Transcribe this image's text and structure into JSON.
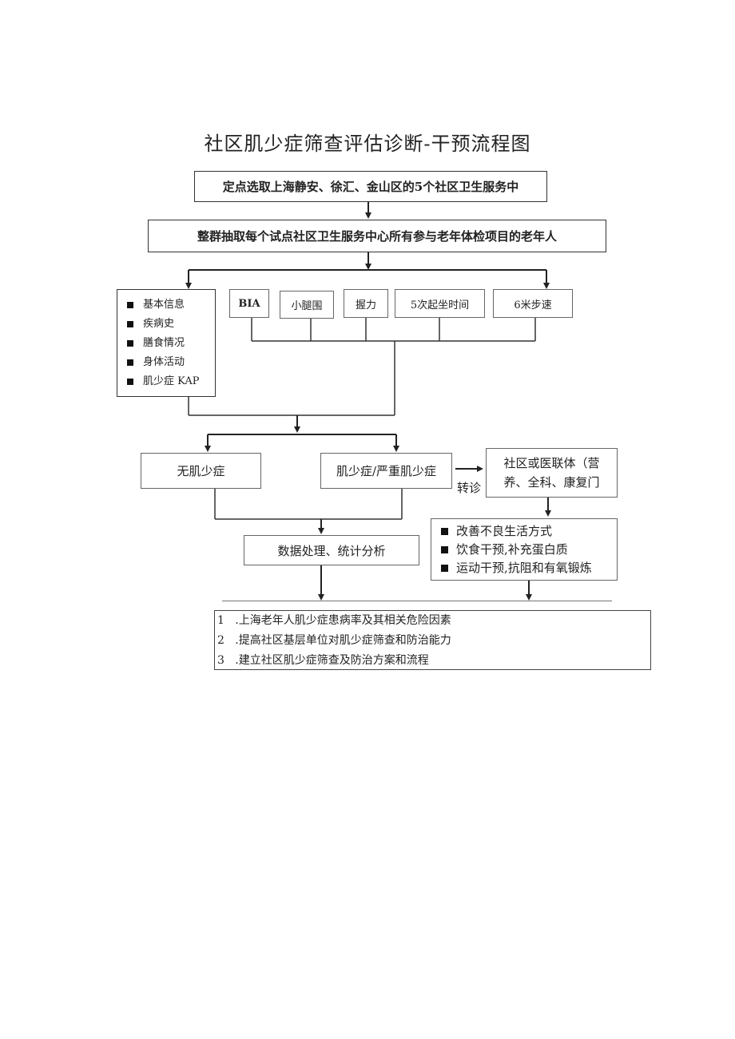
{
  "title": "社区肌少症筛查评估诊断-干预流程图",
  "nodes": {
    "step1": "定点选取上海静安、徐汇、金山区的5个社区卫生服务中",
    "step2": "整群抽取每个试点社区卫生服务中心所有参与老年体检项目的老年人",
    "questionnaire": [
      "基本信息",
      "疾病史",
      "膳食情况",
      "身体活动",
      "肌少症 KAP"
    ],
    "tests": [
      "BIA",
      "小腿围",
      "握力",
      "5次起坐时间",
      "6米步速"
    ],
    "no_sarcopenia": "无肌少症",
    "sarcopenia": "肌少症/严重肌少症",
    "referral_label": "转诊",
    "referral_line1": "社区或医联体（营",
    "referral_line2": "养、全科、康复门",
    "interventions": [
      "改善不良生活方式",
      "饮食干预,补充蛋白质",
      "运动干预,抗阻和有氧锻炼"
    ],
    "analysis": "数据处理、统计分析"
  },
  "outcomes": [
    {
      "num": "1",
      "text": ".上海老年人肌少症患病率及其相关危险因素"
    },
    {
      "num": "2",
      "text": ".提高社区基层单位对肌少症筛查和防治能力"
    },
    {
      "num": "3",
      "text": ".建立社区肌少症筛查及防治方案和流程"
    }
  ]
}
